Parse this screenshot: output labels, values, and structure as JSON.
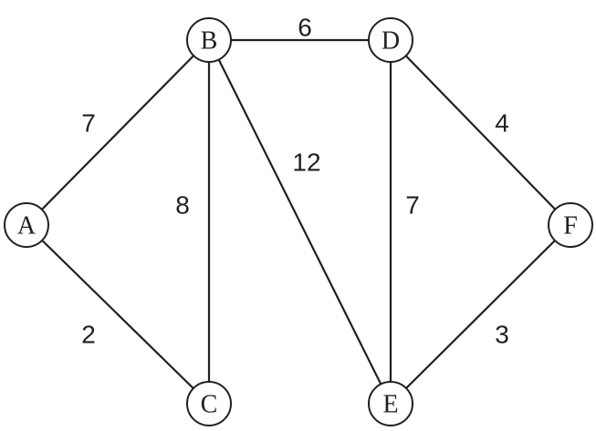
{
  "graph": {
    "nodes": [
      {
        "id": "A",
        "label": "A"
      },
      {
        "id": "B",
        "label": "B"
      },
      {
        "id": "C",
        "label": "C"
      },
      {
        "id": "D",
        "label": "D"
      },
      {
        "id": "E",
        "label": "E"
      },
      {
        "id": "F",
        "label": "F"
      }
    ],
    "edges": [
      {
        "from": "A",
        "to": "B",
        "weight": "7"
      },
      {
        "from": "A",
        "to": "C",
        "weight": "2"
      },
      {
        "from": "B",
        "to": "C",
        "weight": "8"
      },
      {
        "from": "B",
        "to": "D",
        "weight": "6"
      },
      {
        "from": "B",
        "to": "E",
        "weight": "12"
      },
      {
        "from": "D",
        "to": "E",
        "weight": "7"
      },
      {
        "from": "D",
        "to": "F",
        "weight": "4"
      },
      {
        "from": "E",
        "to": "F",
        "weight": "3"
      }
    ]
  },
  "colors": {
    "stroke": "#231f20",
    "background": "#ffffff"
  }
}
